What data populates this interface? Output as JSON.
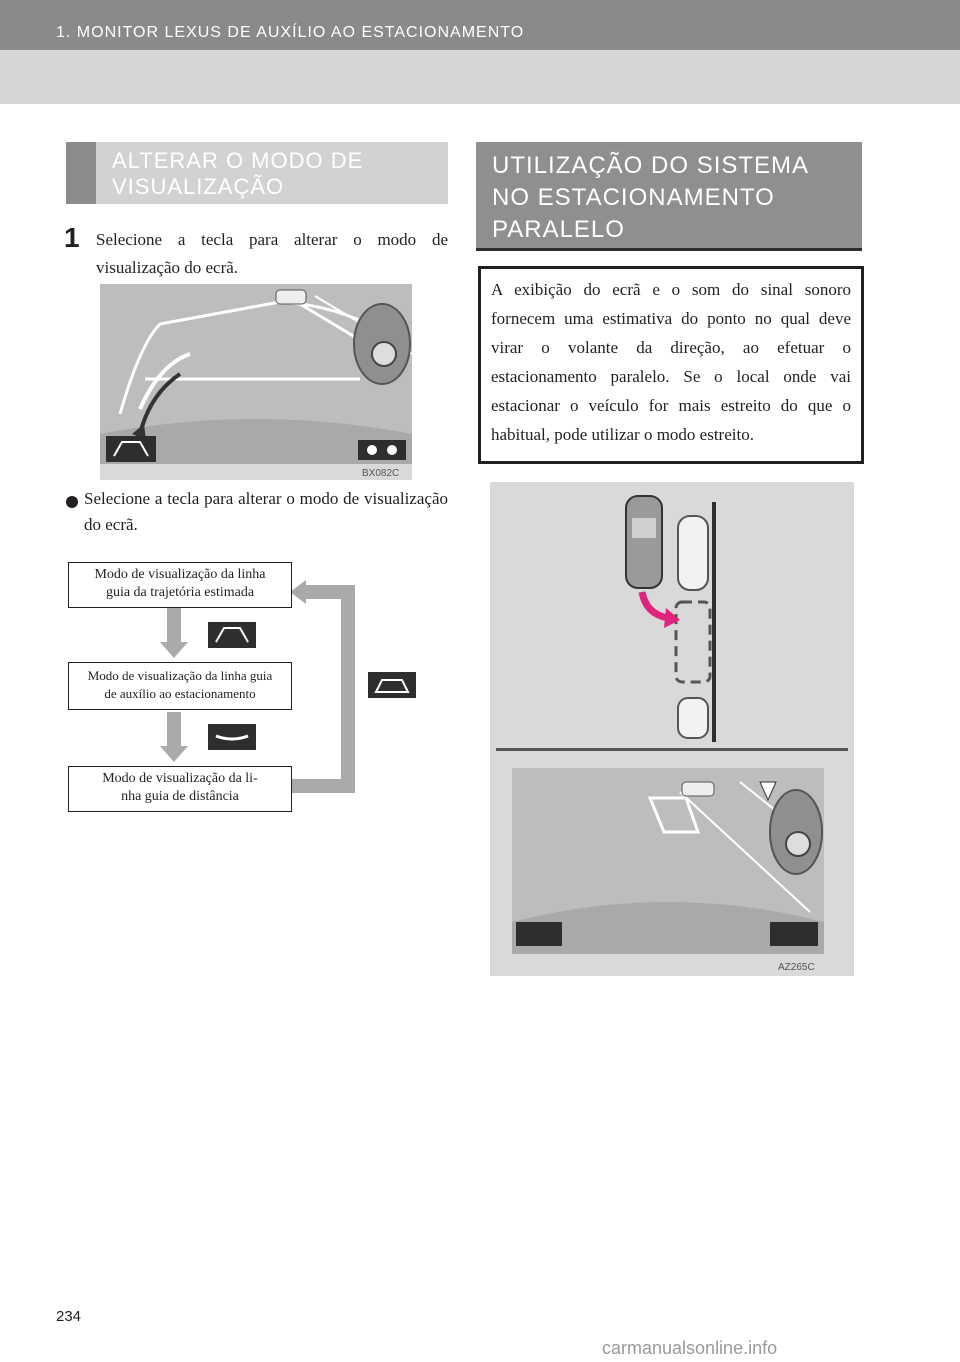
{
  "header": {
    "chapter": "1. MONITOR LEXUS DE AUXÍLIO AO ESTACIONAMENTO"
  },
  "left_section": {
    "heading_line1": "ALTERAR O MODO DE",
    "heading_line2": "VISUALIZAÇÃO",
    "step_number": "1",
    "step_text": "Selecione a tecla para alterar o modo de visualização do ecrã.",
    "figure1_code": "BX082C",
    "bullet_text": "Selecione a tecla para alterar o modo de visualização do ecrã.",
    "modes": [
      {
        "line1": "Modo de visualização da linha",
        "line2": "guia da trajetória estimada"
      },
      {
        "line1": "Modo de visualização da linha guia",
        "line2": "de auxílio ao estacionamento"
      },
      {
        "line1": "Modo de visualização da li-",
        "line2": "nha guia de distância"
      }
    ]
  },
  "right_section": {
    "heading_line1": "UTILIZAÇÃO DO SISTEMA",
    "heading_line2": "NO ESTACIONAMENTO",
    "heading_line3": "PARALELO",
    "info_text": "A exibição do ecrã e o som do sinal sonoro fornecem uma estimativa do ponto no qual deve virar o volante da direção, ao efetuar o estacionamento paralelo. Se o local onde vai estacionar o veículo for mais estreito do que o habitual, pode utilizar o modo estreito.",
    "figure2_code": "AZ265C"
  },
  "footer": {
    "page_number": "234",
    "watermark": "carmanualsonline.info"
  },
  "colors": {
    "header_dark": "#8a8a8a",
    "header_light": "#d6d6d6",
    "accent_arrow": "#e0237f",
    "figure_bg": "#d9d9d9"
  }
}
